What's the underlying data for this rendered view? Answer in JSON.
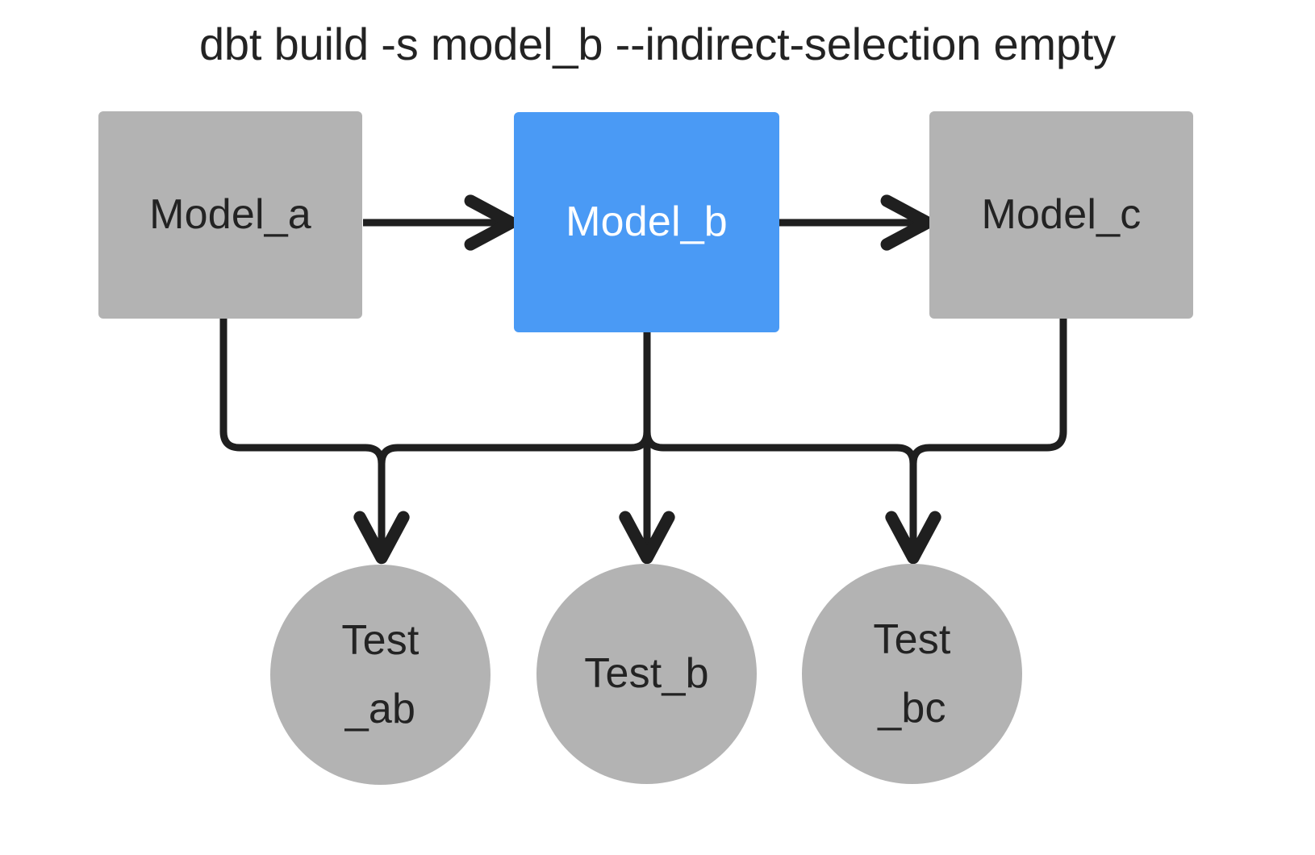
{
  "title": "dbt build -s model_b --indirect-selection empty",
  "colors": {
    "background": "#ffffff",
    "node_gray": "#b3b3b3",
    "node_selected_blue": "#4a9af5",
    "edge_black": "#1f1f1f",
    "text_dark": "#232323",
    "text_light": "#ffffff"
  },
  "nodes": {
    "model_a": {
      "label": "Model_a",
      "shape": "rectangle",
      "fill": "#b3b3b3",
      "text_color": "#232323",
      "selected": "false"
    },
    "model_b": {
      "label": "Model_b",
      "shape": "rectangle",
      "fill": "#4a9af5",
      "text_color": "#ffffff",
      "selected": "true"
    },
    "model_c": {
      "label": "Model_c",
      "shape": "rectangle",
      "fill": "#b3b3b3",
      "text_color": "#232323",
      "selected": "false"
    },
    "test_ab": {
      "label": "Test\n_ab",
      "shape": "circle",
      "fill": "#b3b3b3",
      "text_color": "#232323",
      "selected": "false"
    },
    "test_b": {
      "label": "Test_b",
      "shape": "circle",
      "fill": "#b3b3b3",
      "text_color": "#232323",
      "selected": "false"
    },
    "test_bc": {
      "label": "Test\n_bc",
      "shape": "circle",
      "fill": "#b3b3b3",
      "text_color": "#232323",
      "selected": "false"
    }
  },
  "edges": [
    {
      "name": "model-a-to-model-b",
      "from": "model_a",
      "to": "model_b",
      "style": "straight-arrow"
    },
    {
      "name": "model-b-to-model-c",
      "from": "model_b",
      "to": "model_c",
      "style": "straight-arrow"
    },
    {
      "name": "model-a-to-test-ab",
      "from": "model_a",
      "to": "test_ab",
      "style": "elbow-arrow"
    },
    {
      "name": "model-b-to-test-ab",
      "from": "model_b",
      "to": "test_ab",
      "style": "elbow-arrow"
    },
    {
      "name": "model-b-to-test-b",
      "from": "model_b",
      "to": "test_b",
      "style": "straight-arrow"
    },
    {
      "name": "model-b-to-test-bc",
      "from": "model_b",
      "to": "test_bc",
      "style": "elbow-arrow"
    },
    {
      "name": "model-c-to-test-bc",
      "from": "model_c",
      "to": "test_bc",
      "style": "elbow-arrow"
    }
  ]
}
